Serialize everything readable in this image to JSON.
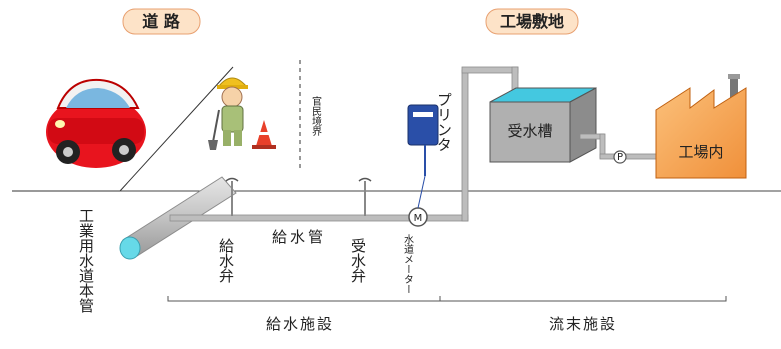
{
  "headers": {
    "road": "道 路",
    "factory_site": "工場敷地"
  },
  "labels": {
    "public_private_boundary": "官民境界",
    "printer": "プリンタ",
    "receiving_tank": "受水槽",
    "factory_interior": "工場内",
    "industrial_main": "工業用水道本管",
    "supply_valve": "給水弁",
    "supply_pipe": "給水管",
    "receiving_valve": "受水弁",
    "meter_symbol": "M",
    "water_meter": "水道メーター",
    "pump_symbol": "P"
  },
  "sections": {
    "supply_facilities": "給水施設",
    "downstream_facilities": "流末施設"
  },
  "colors": {
    "header_bg": "#fde3c8",
    "header_border": "#e8a070",
    "pipe": "#b8b8b8",
    "pipe_edge": "#8c8c8c",
    "main_pipe_end": "#66d9e8",
    "printer": "#2a4fa8",
    "tank": "#b0b0b0",
    "tank_water": "#44c8e0",
    "factory": "#f7a34d",
    "car": "#e8141e",
    "worker_suit": "#a8c078",
    "helmet": "#f0c020",
    "cone": "#e8402a"
  }
}
